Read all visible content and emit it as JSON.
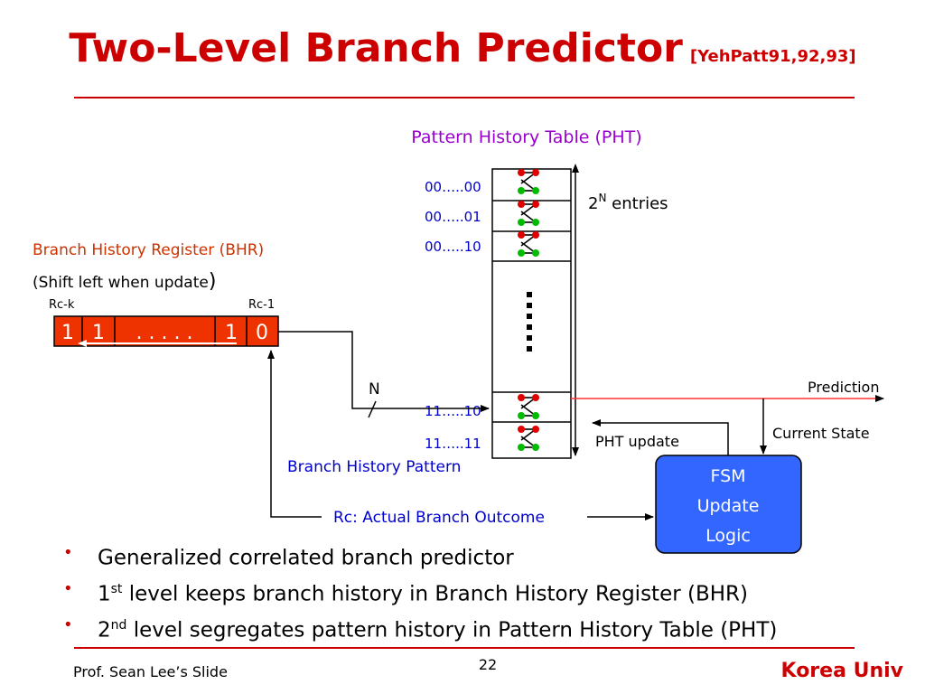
{
  "title": {
    "main": "Two-Level Branch Predictor",
    "citation": "[YehPatt91,92,93]"
  },
  "pht": {
    "label": "Pattern History Table (PHT)",
    "entries_label_base": "2",
    "entries_label_sup": "N",
    "entries_label_rest": " entries",
    "row_labels": [
      "00…..00",
      "00…..01",
      "00…..10",
      "11…..10",
      "11…..11"
    ],
    "update_label": "PHT update"
  },
  "bhr": {
    "label": "Branch History Register (BHR)",
    "note_text": "(Shift left when update",
    "note_close": ")",
    "rc_k": "Rc-k",
    "rc_1": "Rc-1",
    "bits": [
      "1",
      "1",
      ". . . . .",
      "1",
      "0"
    ]
  },
  "n_label": "N",
  "slash": "/",
  "branch_history_pattern": "Branch History Pattern",
  "prediction": "Prediction",
  "current_state": "Current State",
  "actual_outcome": "Rc: Actual Branch Outcome",
  "fsm": {
    "line1": "FSM",
    "line2": "Update",
    "line3": "Logic"
  },
  "colors": {
    "title": "#cc0000",
    "pht_label": "#9900cc",
    "row_labels": "#0000cc",
    "fsm_box": "#3366ff",
    "bhr_fill": "#ee3300",
    "prediction_line": "#ff3333"
  },
  "bullets": [
    {
      "pre": "Generalized correlated branch predictor",
      "sup": "",
      "post": ""
    },
    {
      "pre": "1",
      "sup": "st",
      "post": " level keeps branch history in Branch History Register (BHR)"
    },
    {
      "pre": "2",
      "sup": "nd",
      "post": " level segregates pattern history in Pattern History Table (PHT)"
    }
  ],
  "footer": {
    "left": "Prof. Sean Lee’s Slide",
    "page": "22",
    "right": "Korea Univ"
  }
}
